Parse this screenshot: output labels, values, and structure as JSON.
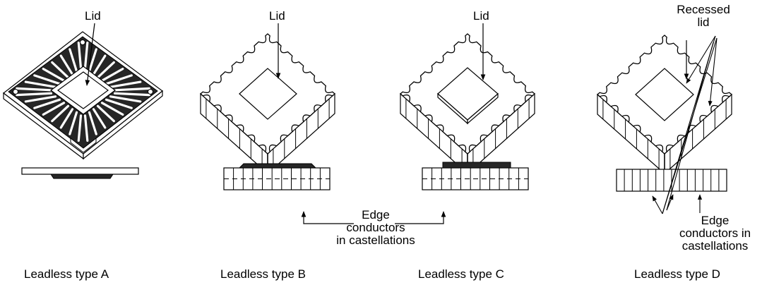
{
  "figure": {
    "background": "#ffffff",
    "ink": "#000000",
    "fill_dark": "#2a2a2a",
    "fill_light": "#ffffff"
  },
  "panels": [
    {
      "caption": "Leadless type A",
      "top_label": "Lid"
    },
    {
      "caption": "Leadless type B",
      "top_label": "Lid"
    },
    {
      "caption": "Leadless type C",
      "top_label": "Lid"
    },
    {
      "caption": "Leadless type D",
      "top_label_line1": "Recessed",
      "top_label_line2": "lid"
    }
  ],
  "callouts": {
    "bc_line1": "Edge",
    "bc_line2": "conductors",
    "bc_line3": "in castellations",
    "d_line1": "Edge",
    "d_line2": "conductors in",
    "d_line3": "castellations"
  }
}
